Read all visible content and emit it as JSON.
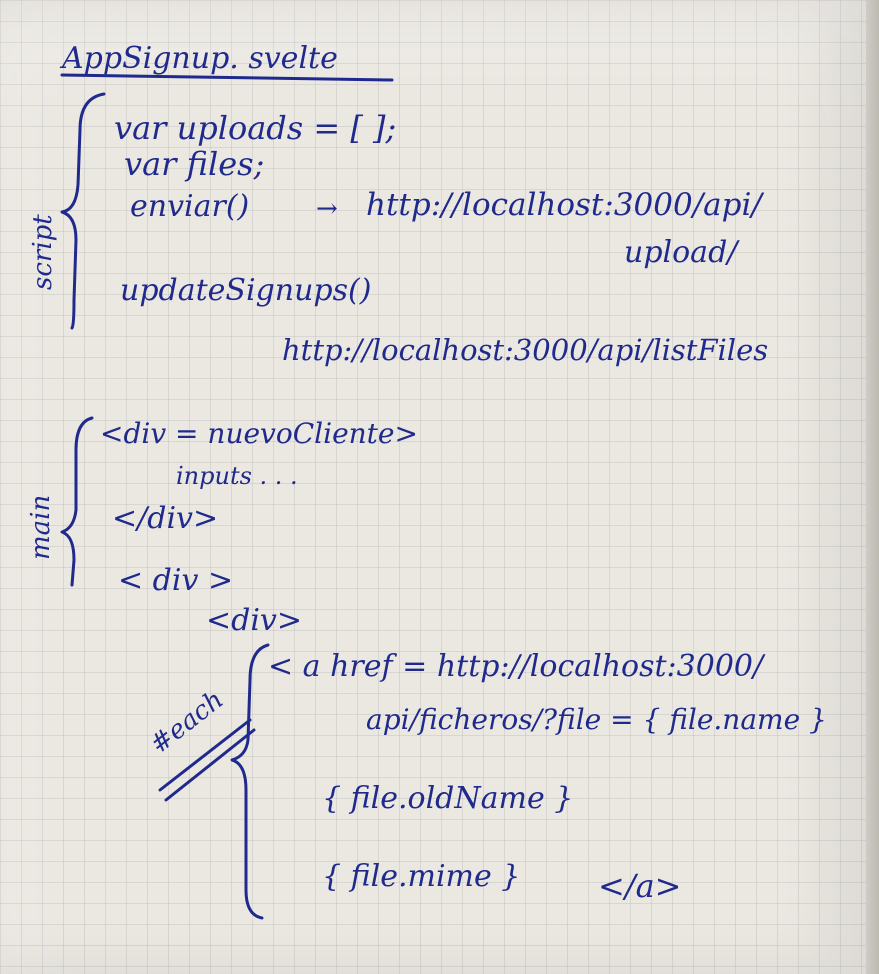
{
  "title": "AppSignup. svelte",
  "sections": {
    "script_label": "script",
    "main_label": "main",
    "each_label": "#each"
  },
  "script_lines": {
    "line1": "var uploads = [ ];",
    "line2": "var files;",
    "line3_call": "enviar()",
    "line3_arrow": "→",
    "line3_url": "http://localhost:3000/api/",
    "line3_url_cont": "upload/",
    "line4": "updateSignups()",
    "line5_url": "http://localhost:3000/api/listFiles"
  },
  "main_lines": {
    "div_open_nuevo": "<div = nuevoCliente>",
    "inputs": "inputs . . .",
    "div_close": "</div>",
    "div_open": "< div >",
    "div_inner": "<div>",
    "anchor_href": "< a href = http://localhost:3000/",
    "anchor_href_cont": "api/ficheros/?file = { file.name }",
    "old_name": "{ file.oldName }",
    "mime": "{ file.mime }",
    "anchor_close": "</a>"
  },
  "colors": {
    "ink": "#1f2a8c",
    "paper": "#ebe8e2",
    "grid": "#9696a0"
  }
}
